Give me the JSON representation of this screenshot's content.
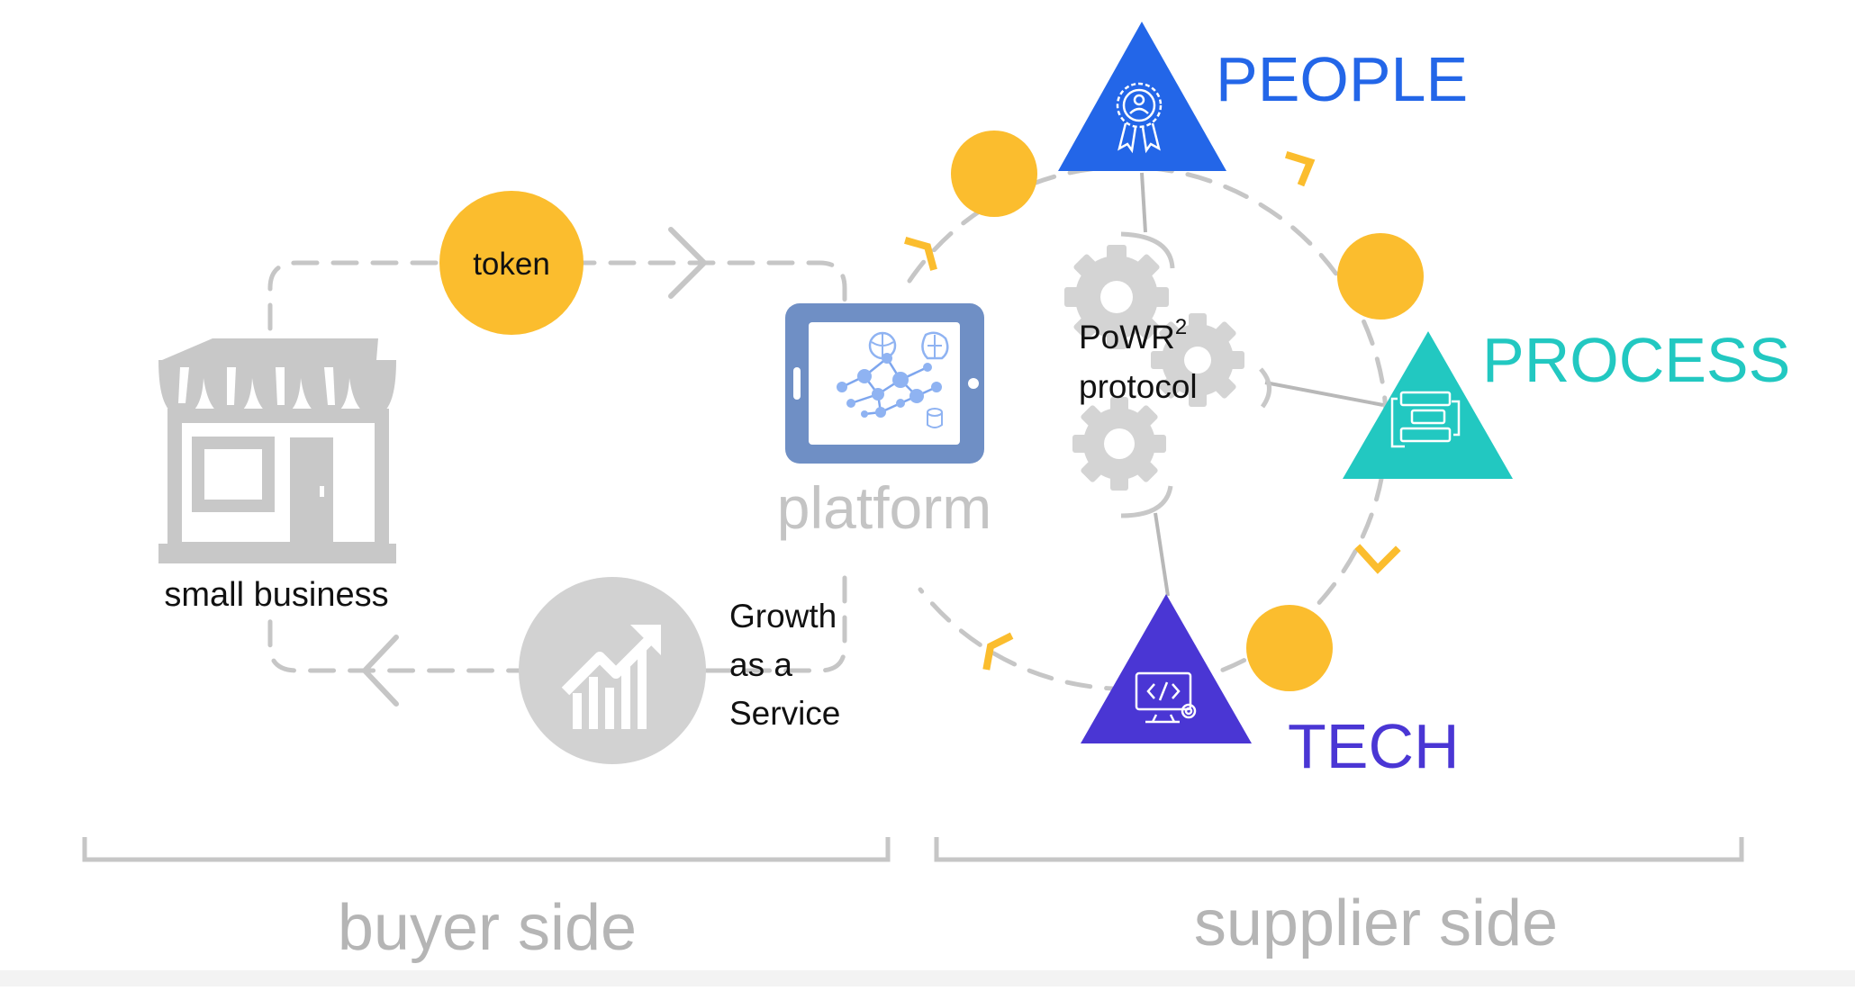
{
  "labels": {
    "token": "token",
    "small_business": "small business",
    "platform": "platform",
    "protocol_line1_prefix": "PoWR",
    "protocol_line1_sup": "2",
    "protocol_line2": "protocol",
    "growth_line1": "Growth",
    "growth_line2": "as a",
    "growth_line3": "Service",
    "people": "PEOPLE",
    "process": "PROCESS",
    "tech": "TECH",
    "buyer_side": "buyer side",
    "supplier_side": "supplier side"
  },
  "colors": {
    "token_yellow": "#fbbd2e",
    "people_blue": "#2366e8",
    "process_teal": "#22c8c1",
    "tech_purple": "#4a36d4",
    "gray": "#c8c8c8",
    "text_gray": "#b5b5b5",
    "dash_gray": "#c6c6c6",
    "tablet_blue": "#6f8fc5"
  },
  "icons": {
    "people": "award-badge-icon",
    "process": "workflow-icon",
    "tech": "code-monitor-icon",
    "platform": "network-tablet-icon",
    "growth": "growth-chart-icon",
    "business": "storefront-icon",
    "protocol": "gears-icon"
  }
}
